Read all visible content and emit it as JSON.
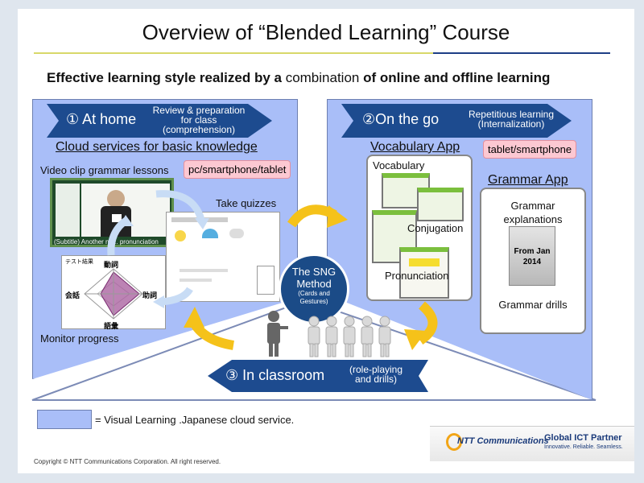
{
  "slide": {
    "title": "Overview of “Blended Learning” Course",
    "subtitle_bold1": "Effective learning style realized by a ",
    "subtitle_normal": "combination",
    "subtitle_bold2": " of online and offline learning"
  },
  "home": {
    "step": "① At home",
    "note1": "Review & preparation",
    "note2": "for class",
    "note3": "(comprehension)",
    "heading": "Cloud services for basic knowledge",
    "video_label": "Video clip grammar lessons",
    "device_badge": "pc/smartphone/tablet",
    "quizzes_label": "Take quizzes",
    "monitor_label": "Monitor progress",
    "video_caption": "(Subtitle) Another ne...    pronunciation",
    "radar_title": "テスト結果",
    "radar_top": "動詞",
    "radar_right": "助詞",
    "radar_bottom": "語彙",
    "radar_left": "会話"
  },
  "go": {
    "step": "②On the go",
    "note1": "Repetitious learning",
    "note2": "(Internalization)",
    "vocab_heading": "Vocabulary App",
    "device_badge": "tablet/smartphone",
    "vocabulary_label": "Vocabulary",
    "conjugation_label": "Conjugation",
    "pronunciation_label": "Pronunciation",
    "grammar_heading": "Grammar App",
    "grammar_expl_1": "Grammar",
    "grammar_expl_2": "explanations",
    "from_1": "From Jan",
    "from_2": "2014",
    "grammar_drills": "Grammar drills"
  },
  "sng": {
    "line1": "The SNG",
    "line2": "Method",
    "line3": "(Cards and",
    "line4": "Gestures)"
  },
  "classroom": {
    "step": "③ In classroom",
    "note1": "(role-playing",
    "note2": "and drills)"
  },
  "legend": {
    "text": "= Visual Learning .Japanese cloud service."
  },
  "footer": {
    "copyright": "Copyright © NTT Communications Corporation. All right reserved.",
    "logo_text": "NTT Communications",
    "partner_title": "Global ICT Partner",
    "partner_tagline": "Innovative. Reliable. Seamless."
  },
  "colors": {
    "panel": "#a9bef8",
    "banner": "#1d4b8f",
    "arrow_yellow": "#f5c21a",
    "badge_pink": "#fcc8d2"
  }
}
